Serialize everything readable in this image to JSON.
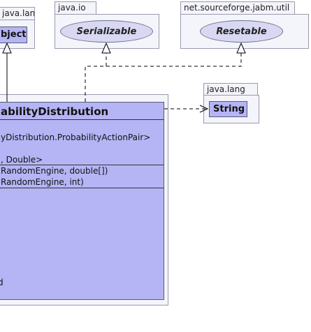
{
  "packages": {
    "java_lang_top": {
      "label": "java.lang"
    },
    "java_io": {
      "label": "java.io"
    },
    "jabm_util": {
      "label": "net.sourceforge.jabm.util"
    },
    "java_lang_right": {
      "label": "java.lang"
    }
  },
  "classes": {
    "object": {
      "name": "bject"
    },
    "string": {
      "name": "String"
    },
    "main": {
      "name": "abilityDistribution",
      "attributes": [
        "yDistribution.ProbabilityActionPair>",
        ", Double>"
      ],
      "constructors": [
        "RandomEngine, double[])",
        "RandomEngine, int)"
      ],
      "operations": [
        "d"
      ]
    }
  },
  "interfaces": {
    "serializable": {
      "name": "Serializable"
    },
    "resetable": {
      "name": "Resetable"
    }
  }
}
